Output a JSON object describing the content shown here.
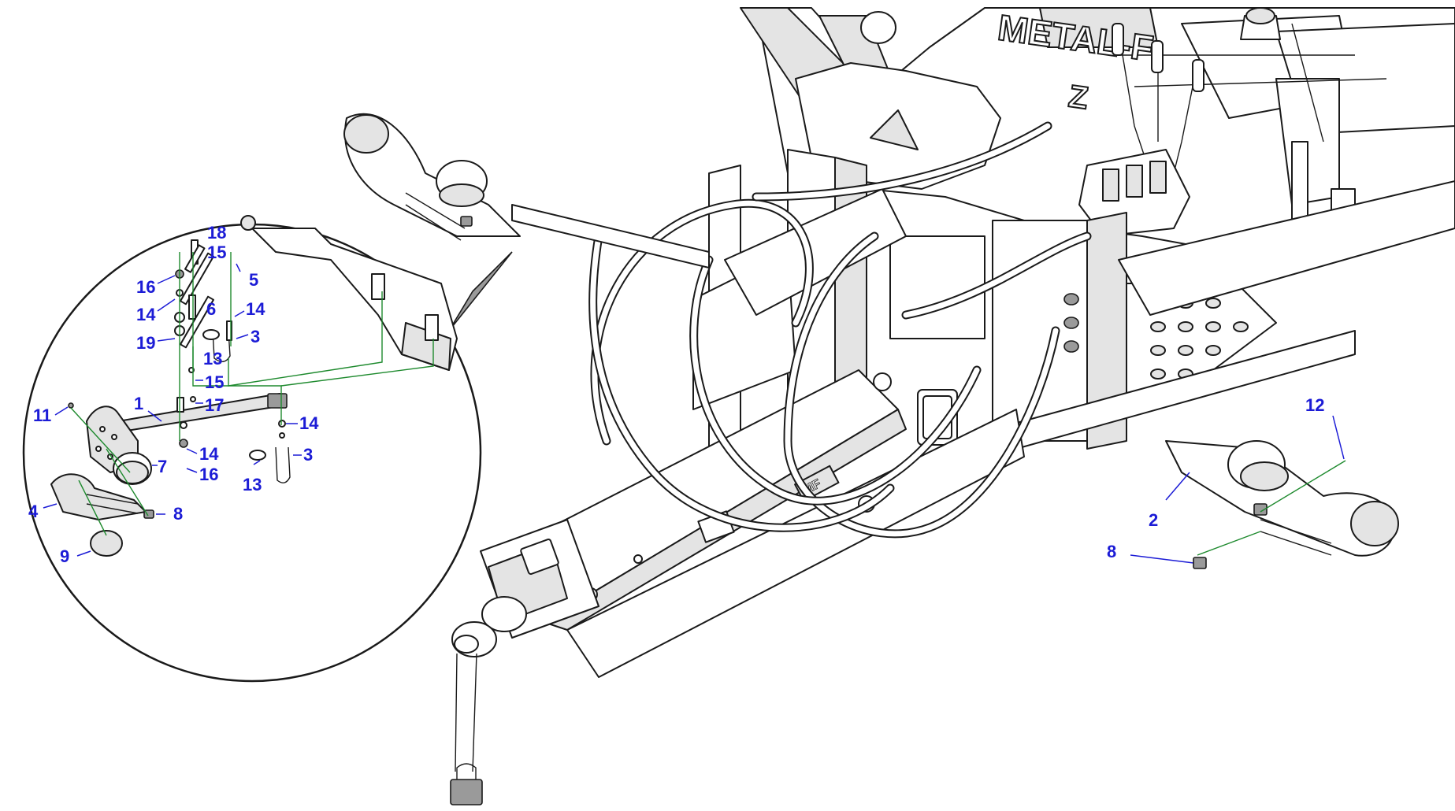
{
  "drawing": {
    "brand_text": "METAL-F",
    "model_letter": "Z",
    "badge_text": "MF",
    "callout_color": "#1c1cd6",
    "guide_line_color": "#1e8a2e"
  },
  "callouts": [
    {
      "id": "c18",
      "label": "18"
    },
    {
      "id": "c15a",
      "label": "15"
    },
    {
      "id": "c16a",
      "label": "16"
    },
    {
      "id": "c5",
      "label": "5"
    },
    {
      "id": "c14a",
      "label": "14"
    },
    {
      "id": "c6",
      "label": "6"
    },
    {
      "id": "c14b",
      "label": "14"
    },
    {
      "id": "c19",
      "label": "19"
    },
    {
      "id": "c3a",
      "label": "3"
    },
    {
      "id": "c13a",
      "label": "13"
    },
    {
      "id": "c15b",
      "label": "15"
    },
    {
      "id": "c17",
      "label": "17"
    },
    {
      "id": "c1",
      "label": "1"
    },
    {
      "id": "c11",
      "label": "11"
    },
    {
      "id": "c14c",
      "label": "14"
    },
    {
      "id": "c7",
      "label": "7"
    },
    {
      "id": "c14d",
      "label": "14"
    },
    {
      "id": "c16b",
      "label": "16"
    },
    {
      "id": "c3b",
      "label": "3"
    },
    {
      "id": "c13b",
      "label": "13"
    },
    {
      "id": "c4",
      "label": "4"
    },
    {
      "id": "c8a",
      "label": "8"
    },
    {
      "id": "c9",
      "label": "9"
    },
    {
      "id": "c12",
      "label": "12"
    },
    {
      "id": "c2",
      "label": "2"
    },
    {
      "id": "c8b",
      "label": "8"
    }
  ]
}
